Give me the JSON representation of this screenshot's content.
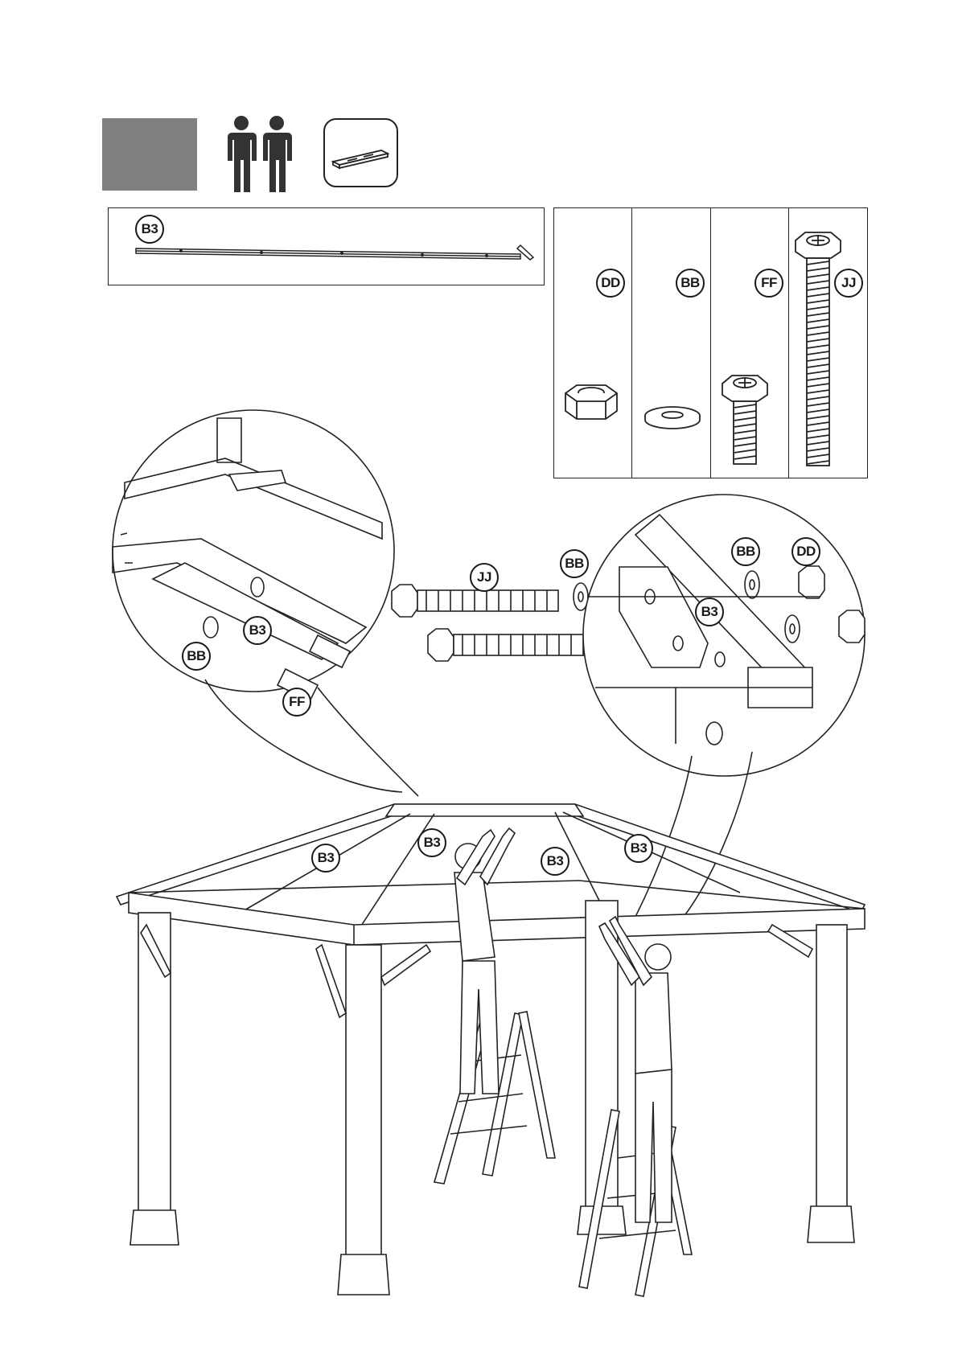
{
  "header": {
    "step_indicator_color": "#808080",
    "people_icon": "two-person-icon",
    "tool_icon": "wrench-tool-icon"
  },
  "part_panel": {
    "part_label": "B3"
  },
  "hardware": [
    {
      "label": "DD",
      "icon": "hex-nut-icon"
    },
    {
      "label": "BB",
      "icon": "flat-washer-icon"
    },
    {
      "label": "FF",
      "icon": "short-hex-bolt-icon"
    },
    {
      "label": "JJ",
      "icon": "long-hex-bolt-icon"
    }
  ],
  "detail_left": {
    "labels": {
      "b3": "B3",
      "bb": "BB",
      "ff": "FF"
    }
  },
  "exploded_middle": {
    "labels": {
      "jj": "JJ",
      "bb": "BB"
    }
  },
  "detail_right": {
    "labels": {
      "bb": "BB",
      "dd": "DD",
      "b3": "B3"
    }
  },
  "scene": {
    "labels": [
      "B3",
      "B3",
      "B3",
      "B3"
    ]
  }
}
